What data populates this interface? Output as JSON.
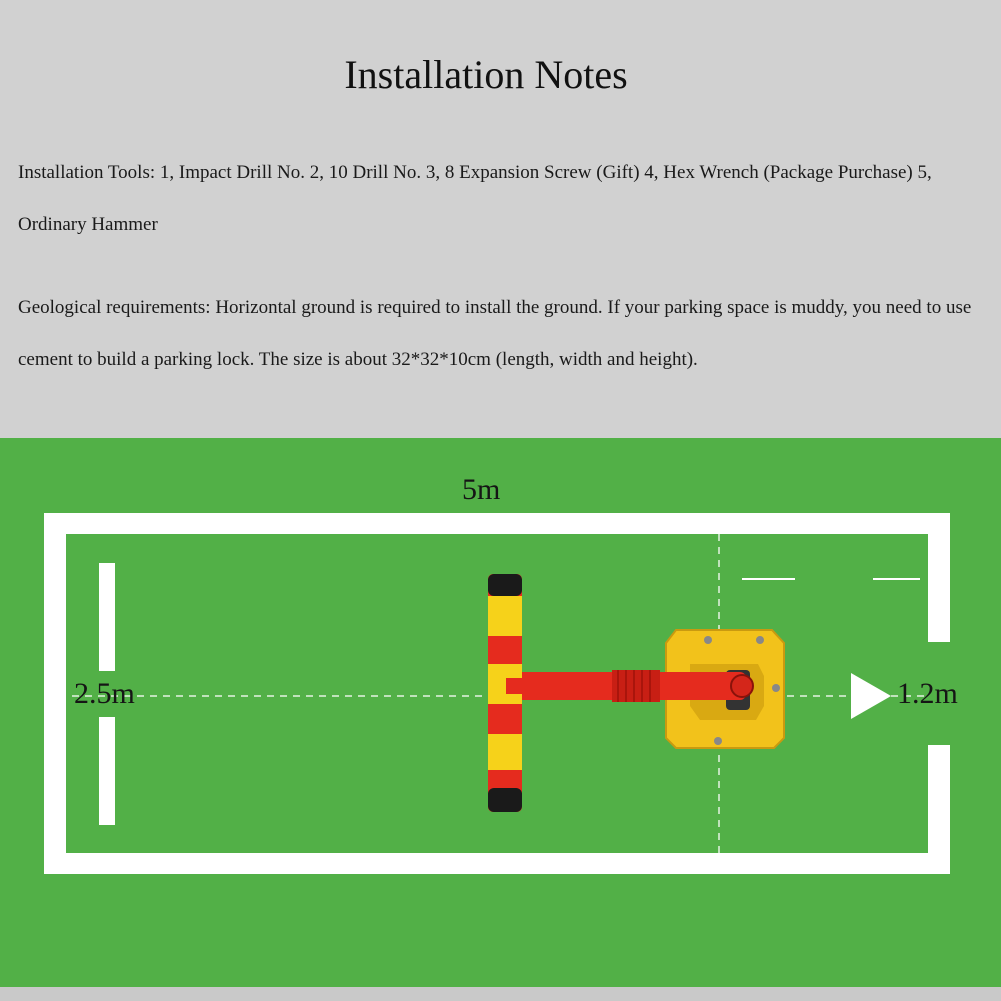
{
  "header": {
    "title": "Installation Notes"
  },
  "notes": {
    "tools": "Installation Tools: 1, Impact Drill No. 2, 10 Drill No. 3, 8 Expansion Screw (Gift) 4, Hex Wrench (Package Purchase) 5, Ordinary Hammer",
    "geology": "Geological requirements: Horizontal ground is required to install the ground. If your parking space is muddy, you need to use cement to build a parking lock. The size is about 32*32*10cm (length, width and height)."
  },
  "diagram": {
    "length_label": "5m",
    "width_label": "2.5m",
    "distance_label": "1.2m",
    "colors": {
      "ground": "#52b047",
      "lines": "#ffffff",
      "lock_body": "#f2c21b",
      "arm": "#e52b1e",
      "post_stripe": "#f6d21a",
      "post_cap": "#1a1a1a"
    },
    "icons": [
      "arrow-right-icon",
      "parking-lock-icon"
    ]
  }
}
